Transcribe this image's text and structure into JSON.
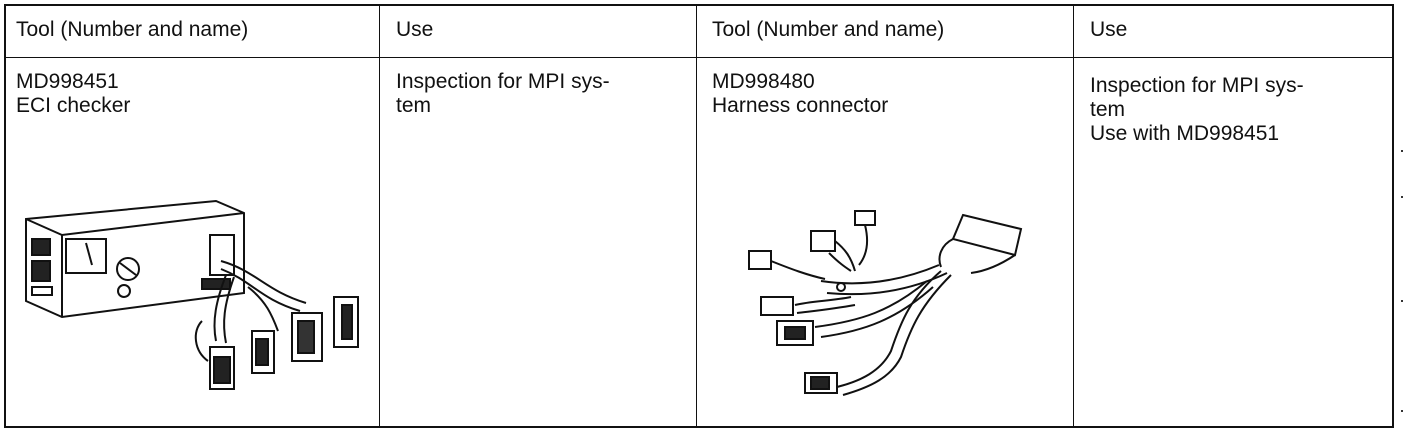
{
  "table": {
    "headers": [
      "Tool (Number and name)",
      "Use",
      "Tool (Number and name)",
      "Use"
    ],
    "rows": [
      {
        "tool1": "MD998451\nECI checker",
        "use1": "Inspection for MPI sys-\ntem",
        "tool2": "MD998480\nHarness connector",
        "use2": "Inspection for MPI sys-\ntem\nUse with MD998451"
      }
    ]
  },
  "illustrations": {
    "left": "eci-checker-illustration",
    "right": "harness-connector-illustration"
  }
}
